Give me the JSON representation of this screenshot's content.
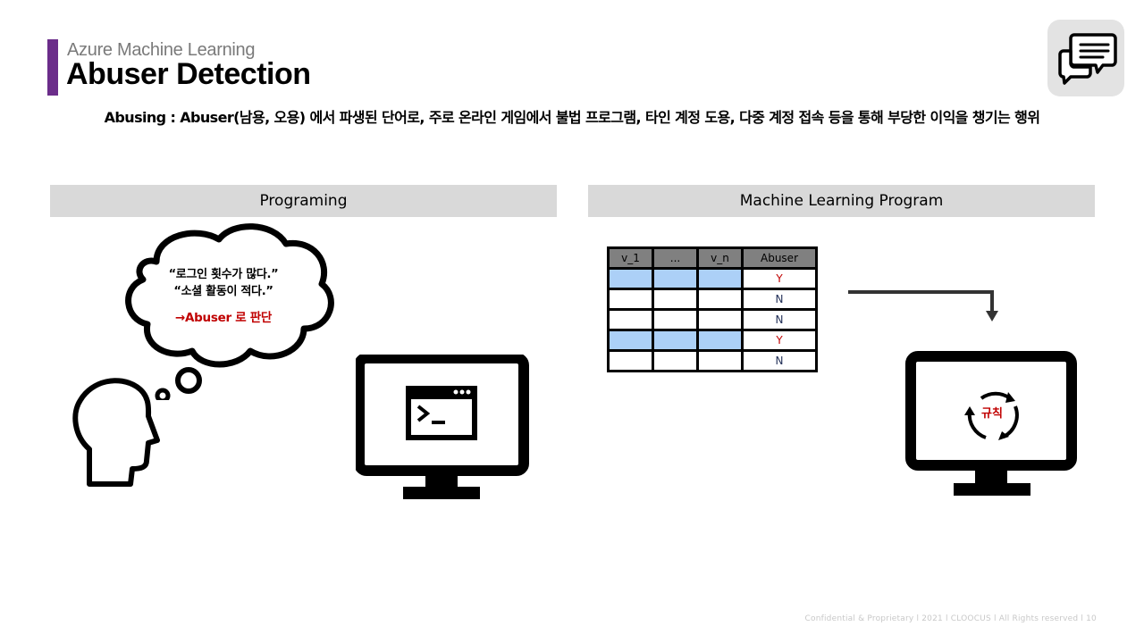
{
  "header": {
    "subtitle": "Azure Machine Learning",
    "title": "Abuser Detection",
    "accent_color": "#6b2d8a",
    "icon": "chat-bubbles-icon"
  },
  "definition": "Abusing : Abuser(남용, 오용) 에서 파생된 단어로, 주로 온라인 게임에서 불법 프로그램, 타인 계정 도용, 다중 계정 접속 등을 통해 부당한 이익을 챙기는 행위",
  "left_panel": {
    "header": "Programing",
    "thought_line1": "“로그인 횟수가 많다.”",
    "thought_line2": "“소셜 활동이 적다.”",
    "conclusion": "→Abuser 로 판단",
    "icons": [
      "thinking-head-icon",
      "terminal-monitor-icon"
    ]
  },
  "right_panel": {
    "header": "Machine Learning Program",
    "table": {
      "columns": [
        "v_1",
        "...",
        "v_n",
        "Abuser"
      ],
      "rows": [
        {
          "abuser": "Y",
          "highlight": true
        },
        {
          "abuser": "N",
          "highlight": false
        },
        {
          "abuser": "N",
          "highlight": false
        },
        {
          "abuser": "Y",
          "highlight": true
        },
        {
          "abuser": "N",
          "highlight": false
        }
      ]
    },
    "rule_label": "규칙",
    "icons": [
      "elbow-arrow-icon",
      "cycle-monitor-icon"
    ]
  },
  "footer": "Confidential & Proprietary l 2021 l CLOOCUS l All Rights reserved l 10",
  "colors": {
    "highlight_row": "#acd0f7",
    "yes_color": "#c00000",
    "no_color": "#1f2d56",
    "header_bar": "#d9d9d9"
  }
}
